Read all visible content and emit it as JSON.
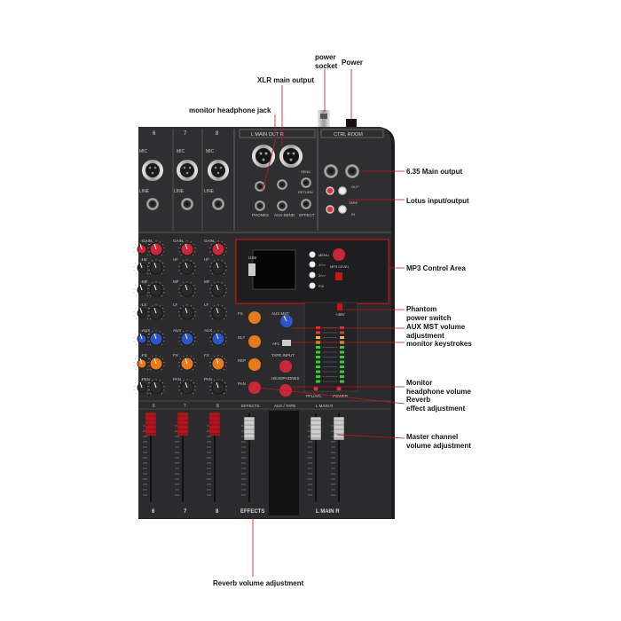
{
  "annotations": {
    "power_socket": "power\nsocket",
    "power": "Power",
    "xlr_main_output": "XLR main output",
    "monitor_headphone_jack": "monitor headphone jack",
    "main_output_635": "6.35 Main output",
    "lotus_io": "Lotus input/output",
    "mp3_control_area": "MP3 Control Area",
    "phantom_power_switch": "Phantom\npower switch",
    "aux_mst_volume": "AUX MST volume\nadjustment",
    "monitor_keystrokes": "monitor keystrokes",
    "monitor_headphone_volume": "Monitor\nheadphone volume",
    "reverb_effect": "Reverb\neffect adjustment",
    "master_channel_volume": "Master channel\nvolume adjustment",
    "reverb_volume": "Reverb volume adjustment"
  },
  "panel": {
    "channels": [
      "6",
      "7",
      "8"
    ],
    "mic_label": "MIC",
    "line_label": "LINE",
    "main_out_label": "L  MAIN OUT  R",
    "ctrl_room_label": "CTRL ROOM",
    "phones_label": "PHONES",
    "aux_send_label": "AUX SEND",
    "effect_label": "EFFECT",
    "send_label": "SEND",
    "return_label": "RETURN",
    "tape_label": "TAPE",
    "out_label": "OUT",
    "in_label": "IN",
    "usb_label": "USB",
    "mp3_level_label": "MP3 LEVEL",
    "mp3_buttons": [
      "MENU",
      "1/<<",
      "2/>>",
      "P/II"
    ],
    "knob_labels": [
      "GAIN",
      "HF",
      "MF",
      "LF",
      "AUX",
      "FX",
      "PAN"
    ],
    "fx_knob_labels": [
      "FX",
      "DLY",
      "REP",
      "PAN"
    ],
    "aux_mst_label": "AUX MST",
    "afl_label": "AFL",
    "tape_input_label": "TAPE INPUT",
    "headphones_label": "HEADPHONES",
    "phantom_label": "+48V",
    "pfl_afl_label": "PFL/AFL",
    "power_label": "POWER",
    "effects_strip_label": "EFFECTS",
    "aux_tape_strip_label": "AUX / TAPE",
    "lmainr_strip_label": "L  MAIN  R",
    "bottom_labels": [
      "6",
      "7",
      "8",
      "EFFECTS",
      "L  MAIN  R"
    ]
  },
  "colors": {
    "panel": "#2b2b2d",
    "knob_red": "#c8283a",
    "knob_blue": "#2d56c4",
    "knob_orange": "#e67a1c",
    "fader_red": "#b5141e",
    "annotation_line": "#c21818"
  }
}
